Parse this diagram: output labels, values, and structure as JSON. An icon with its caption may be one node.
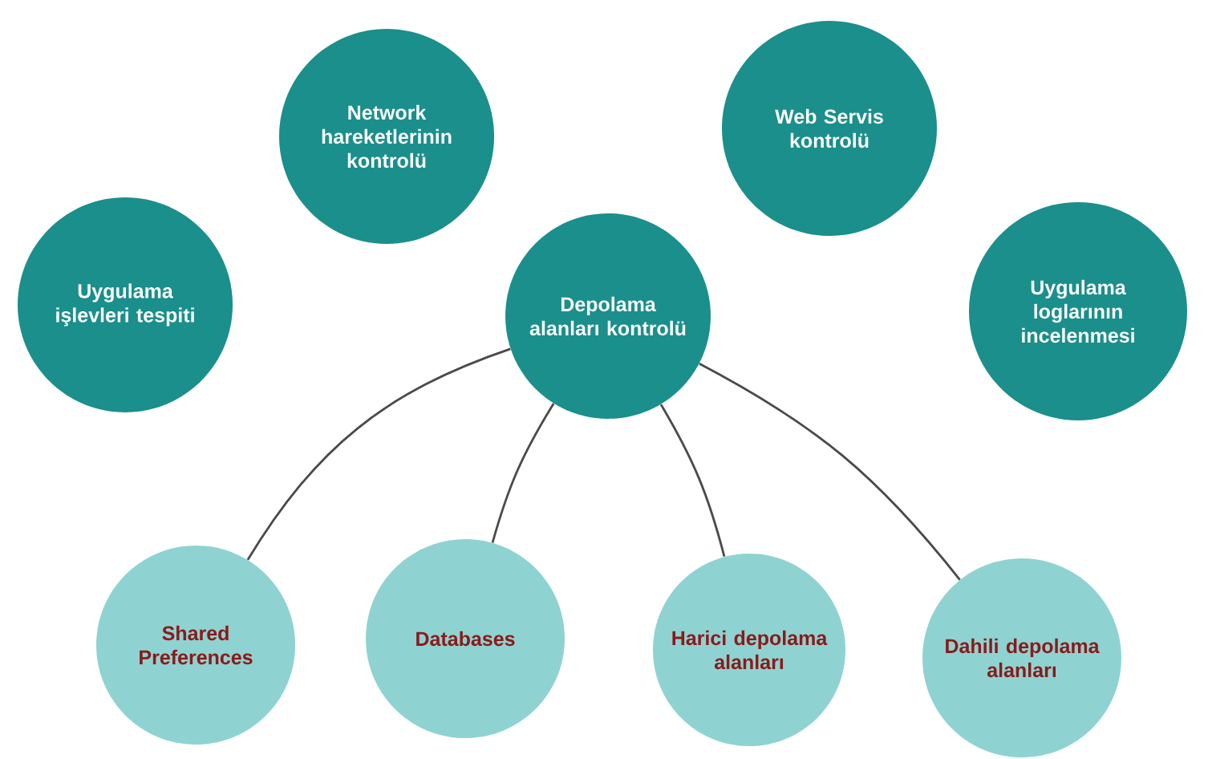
{
  "diagram": {
    "nodes": [
      {
        "text": [
          "Network hareketlerinin kontrolü"
        ]
      },
      {
        "text": [
          "Web Servis kontrolü"
        ]
      },
      {
        "text": [
          "Uygulama işlevleri tespiti"
        ]
      },
      {
        "text": [
          "Depolama alanları kontrolü"
        ]
      },
      {
        "text": [
          "Uygulama loglarının incelenmesi"
        ]
      },
      {
        "text": [
          "Shared Preferences"
        ]
      },
      {
        "text": [
          "Databases"
        ]
      },
      {
        "text": [
          "Harici depolama alanları"
        ]
      },
      {
        "text": [
          "Dahili depolama alanları"
        ]
      }
    ],
    "edges": [
      {
        "from": 3,
        "to": 5,
        "arrow": "none"
      },
      {
        "from": 3,
        "to": 6,
        "arrow": "none"
      },
      {
        "from": 3,
        "to": 7,
        "arrow": "none"
      },
      {
        "from": 3,
        "to": 8,
        "arrow": "none"
      }
    ]
  }
}
